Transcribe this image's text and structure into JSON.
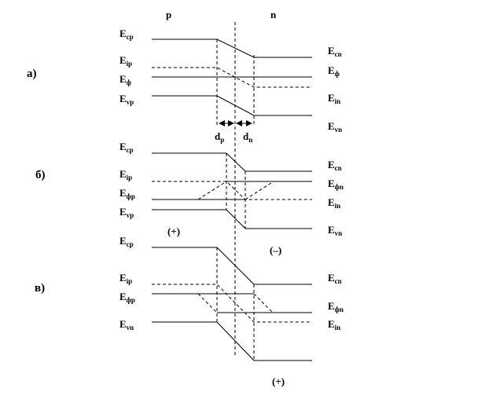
{
  "regions": {
    "p": "p",
    "n": "n"
  },
  "panels": {
    "a": {
      "tag": "а)",
      "left_labels": [
        {
          "main": "E",
          "sub": "cp"
        },
        {
          "main": "E",
          "sub": "ip"
        },
        {
          "main": "E",
          "sub": "ф"
        },
        {
          "main": "E",
          "sub": "vp"
        }
      ],
      "right_labels": [
        {
          "main": "E",
          "sub": "cn"
        },
        {
          "main": "E",
          "sub": "ф"
        },
        {
          "main": "E",
          "sub": "in"
        },
        {
          "main": "E",
          "sub": "vn"
        }
      ],
      "widths": [
        {
          "main": "d",
          "sub": "p"
        },
        {
          "main": "d",
          "sub": "n"
        }
      ]
    },
    "b": {
      "tag": "б)",
      "bias_left": "(+)",
      "bias_right": "(–)",
      "left_labels": [
        {
          "main": "E",
          "sub": "cp"
        },
        {
          "main": "E",
          "sub": "ip"
        },
        {
          "main": "E",
          "sub": "фp"
        },
        {
          "main": "E",
          "sub": "vp"
        }
      ],
      "right_labels": [
        {
          "main": "E",
          "sub": "cn"
        },
        {
          "main": "E",
          "sub": "фn"
        },
        {
          "main": "E",
          "sub": "in"
        },
        {
          "main": "E",
          "sub": "vn"
        }
      ]
    },
    "c": {
      "tag": "в)",
      "bias_right": "(+)",
      "left_labels": [
        {
          "main": "E",
          "sub": "cp"
        },
        {
          "main": "E",
          "sub": "ip"
        },
        {
          "main": "E",
          "sub": "фp"
        },
        {
          "main": "E",
          "sub": "vn"
        }
      ],
      "right_labels": [
        {
          "main": "E",
          "sub": "cn"
        },
        {
          "main": "E",
          "sub": "фn"
        },
        {
          "main": "E",
          "sub": "in"
        }
      ]
    }
  }
}
